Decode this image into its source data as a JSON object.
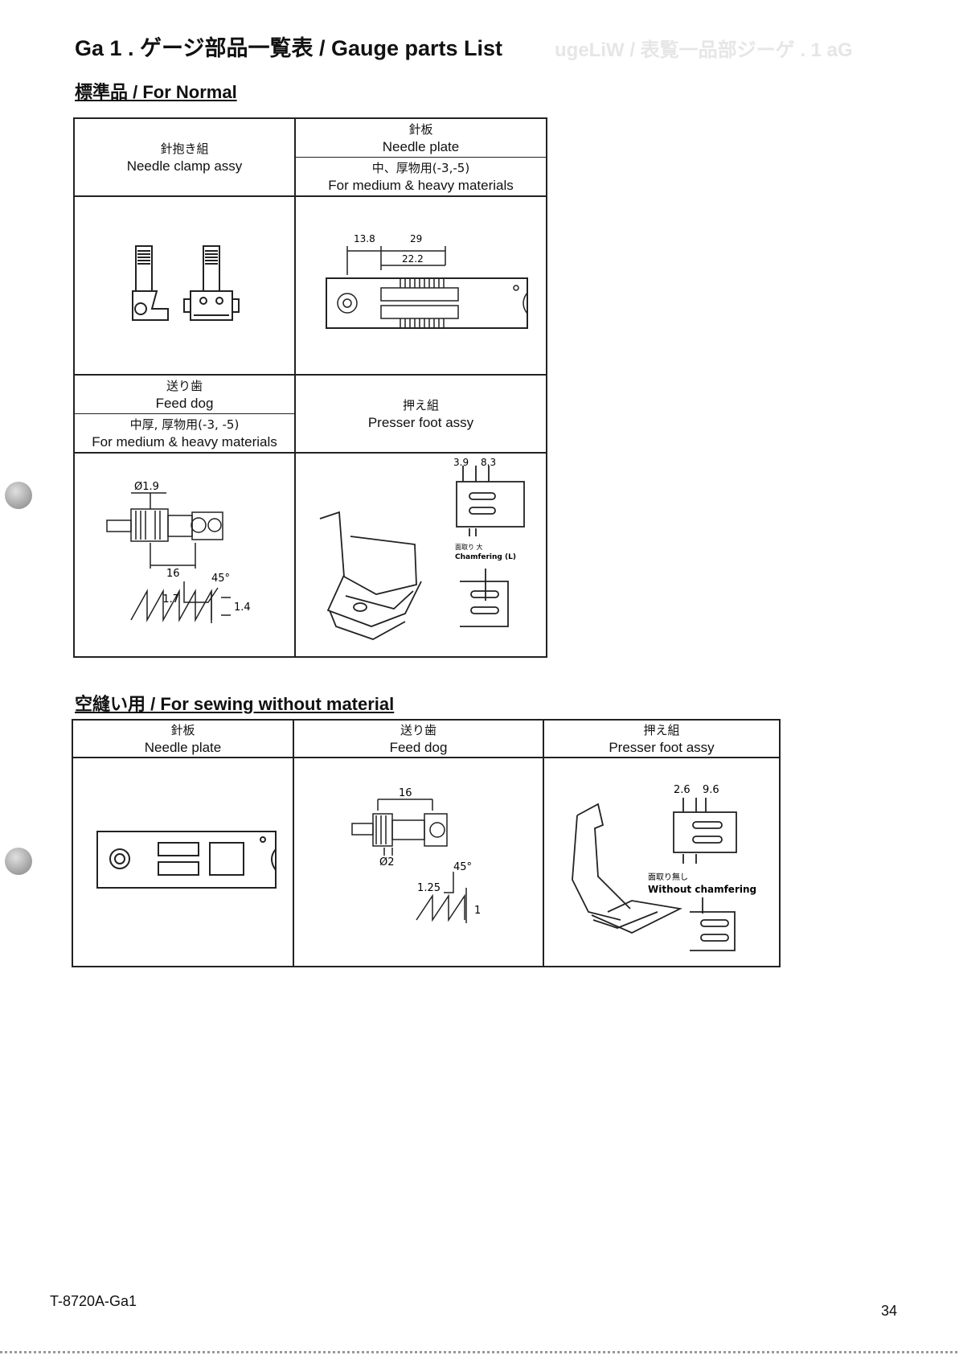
{
  "title": "Ga 1 . ゲージ部品一覧表 / Gauge parts List",
  "sections": {
    "normal": "標準品 / For Normal",
    "without": "空縫い用 / For sewing without material"
  },
  "normal_table": {
    "needle_clamp": {
      "jp": "針抱き組",
      "en": "Needle clamp assy"
    },
    "needle_plate": {
      "jp": "針板",
      "en": "Needle plate",
      "spec_jp": "中、厚物用(-3,-5)",
      "spec_en": "For medium & heavy materials"
    },
    "feed_dog": {
      "jp": "送り歯",
      "en": "Feed dog",
      "spec_jp": "中厚, 厚物用(-3, -5)",
      "spec_en": "For medium & heavy materials"
    },
    "presser_foot": {
      "jp": "押え組",
      "en": "Presser foot assy"
    }
  },
  "without_table": {
    "needle_plate": {
      "jp": "針板",
      "en": "Needle plate"
    },
    "feed_dog": {
      "jp": "送り歯",
      "en": "Feed dog"
    },
    "presser_foot": {
      "jp": "押え組",
      "en": "Presser foot assy"
    }
  },
  "dims": {
    "np_a": "13.8",
    "np_b": "29",
    "np_c": "22.2",
    "fd_dia": "Ø1.9",
    "fd_len": "16",
    "fd_angle": "45°",
    "fd_w": "1.7",
    "fd_h": "1.4",
    "pf_a": "3.9",
    "pf_b": "8.3",
    "pf_chamfer_jp": "面取り 大",
    "pf_chamfer_en": "Chamfering (L)",
    "fd2_len": "16",
    "fd2_dia": "Ø2",
    "fd2_angle": "45°",
    "fd2_w": "1.25",
    "fd2_h": "1",
    "pf2_a": "2.6",
    "pf2_b": "9.6",
    "pf2_chamfer_jp": "面取り無し",
    "pf2_chamfer_en": "Without chamfering"
  },
  "footer": {
    "doc_id": "T-8720A-Ga1",
    "page": "34"
  }
}
